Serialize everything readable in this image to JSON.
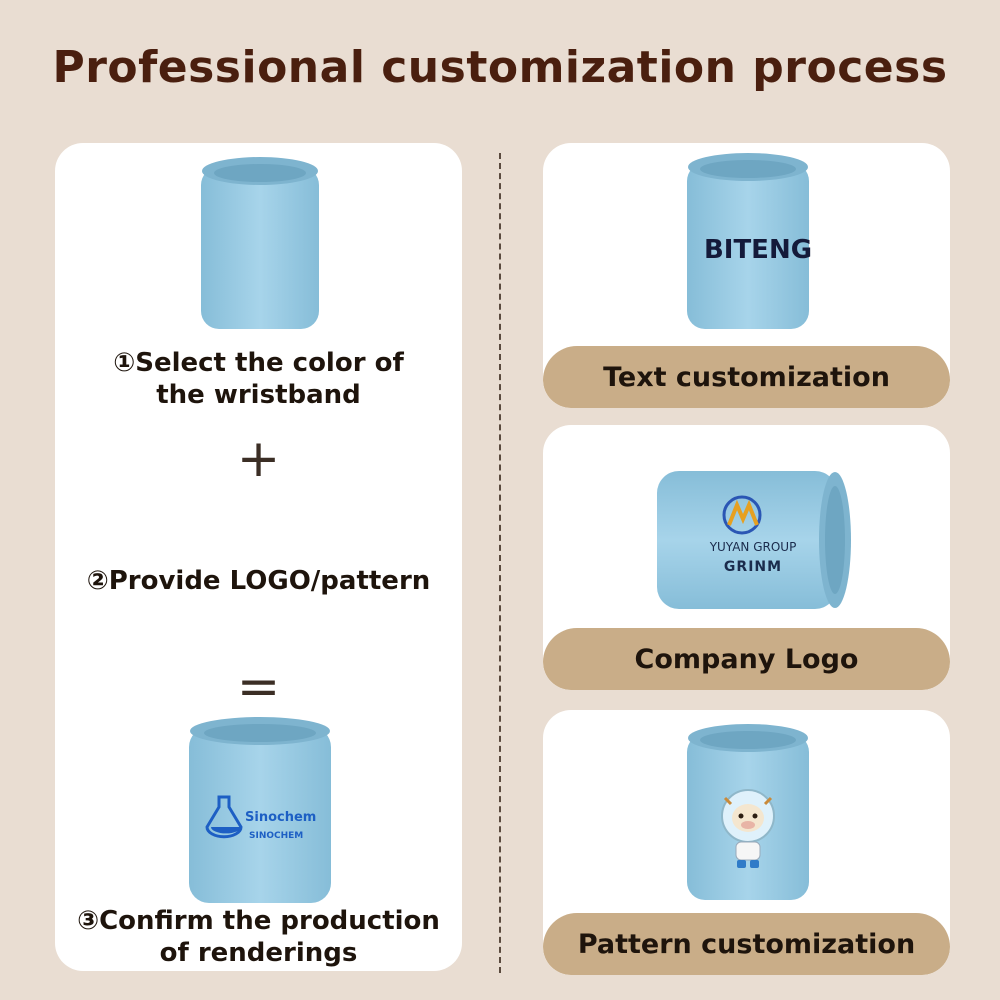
{
  "title": "Professional customization process",
  "steps": {
    "step1": "①Select the color of the wristband",
    "plus": "+",
    "step2": "②Provide LOGO/pattern",
    "equals": "=",
    "step3": "③Confirm the production of renderings"
  },
  "cards": {
    "text": {
      "label": "Text customization",
      "sample": "BITENG"
    },
    "logo": {
      "label": "Company Logo",
      "company": "YUYAN GROUP",
      "brand": "GRINM"
    },
    "pattern": {
      "label": "Pattern customization"
    }
  },
  "rendering_logo": {
    "name": "Sinochem",
    "sub": "SINOCHEM"
  },
  "colors": {
    "background": "#e9ddd2",
    "title": "#4a1f0f",
    "banner": "#c9ad88",
    "wristband": "#9ccde4"
  }
}
